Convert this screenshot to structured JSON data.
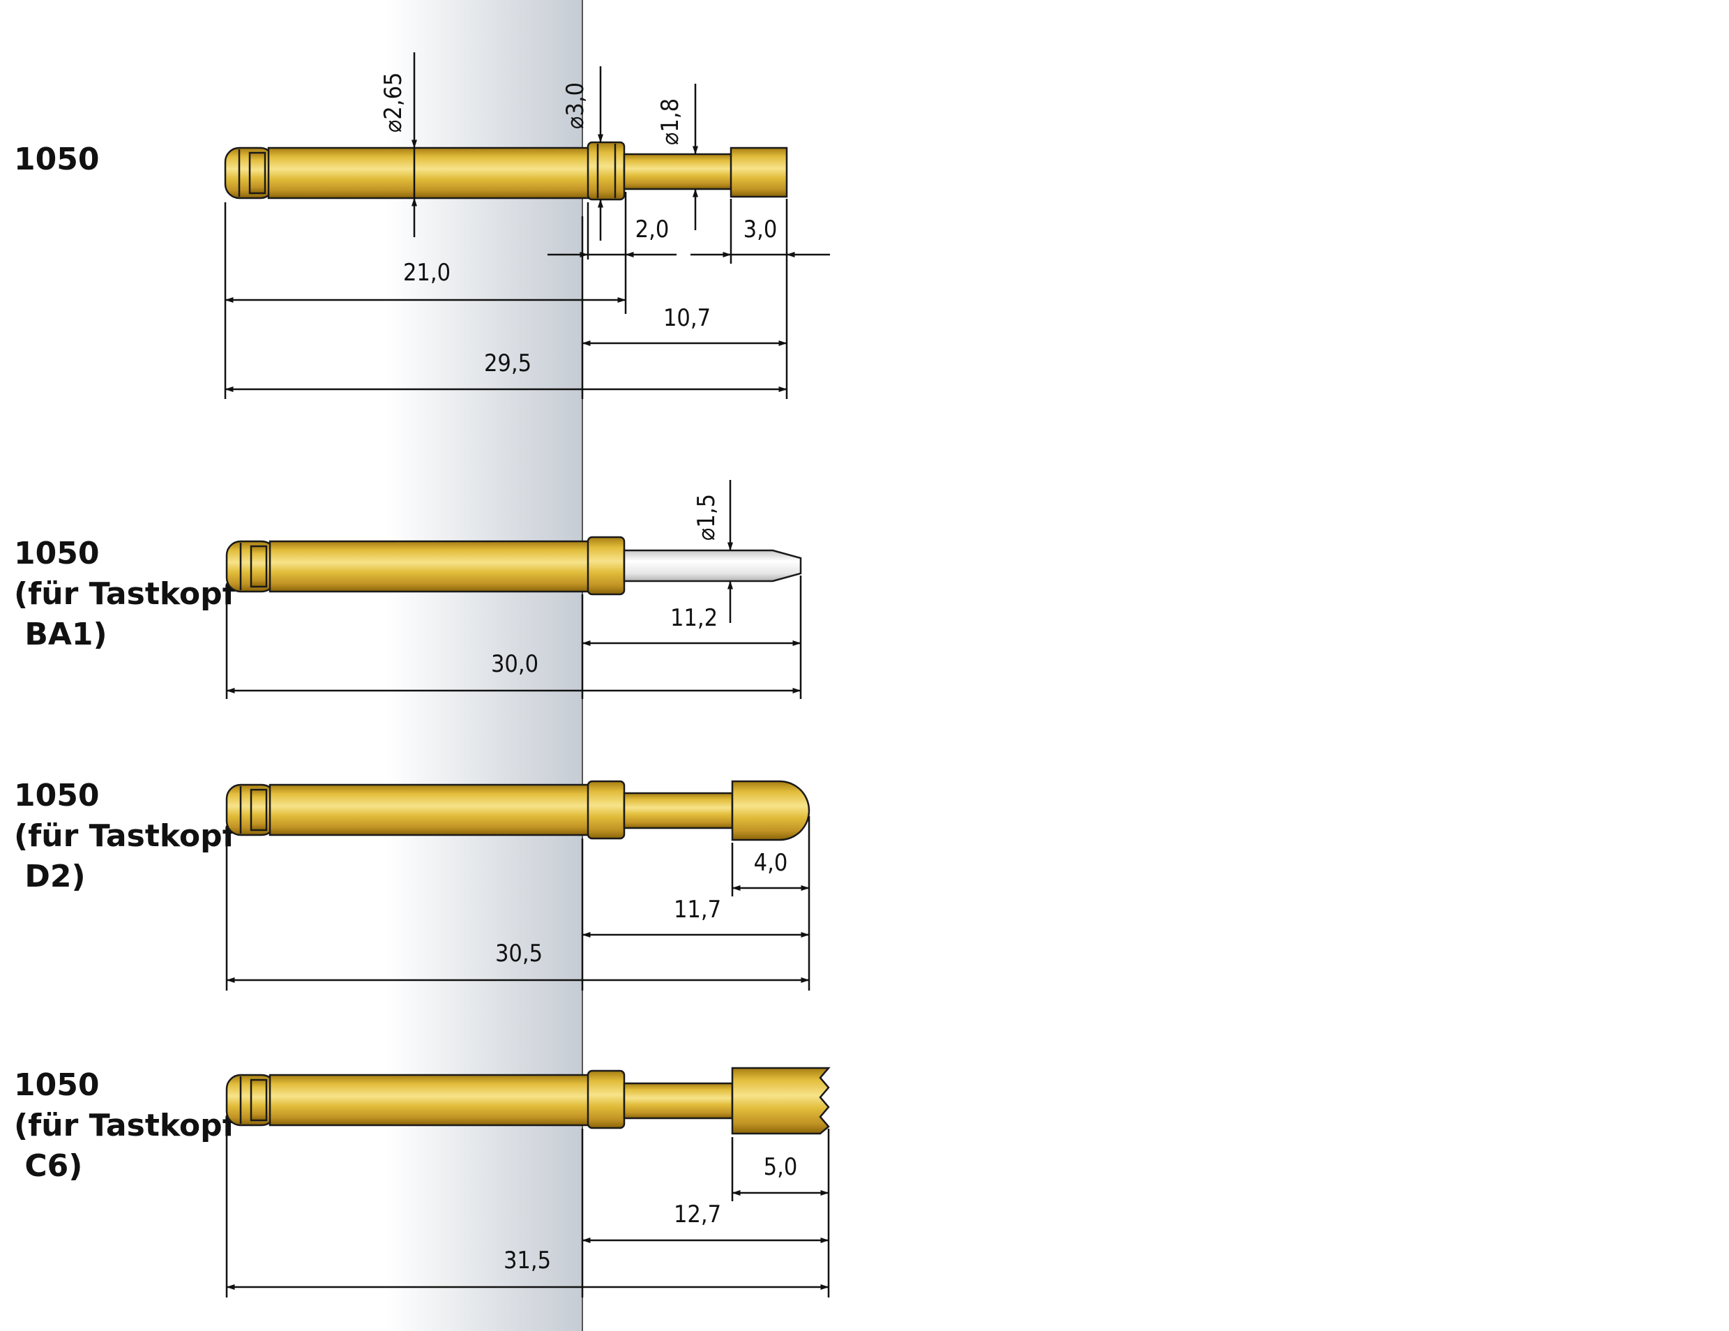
{
  "probes": [
    {
      "label_lines": [
        "1050"
      ],
      "diameters": [
        "⌀2,65",
        "⌀3,0",
        "⌀1,8"
      ],
      "dims": [
        "2,0",
        "3,0",
        "21,0",
        "10,7",
        "29,5"
      ]
    },
    {
      "label_lines": [
        "1050",
        "(für Tastkopf",
        " BA1)"
      ],
      "diameters": [
        "⌀1,5"
      ],
      "dims": [
        "11,2",
        "30,0"
      ]
    },
    {
      "label_lines": [
        "1050",
        "(für Tastkopf",
        " D2)"
      ],
      "dims": [
        "4,0",
        "11,7",
        "30,5"
      ]
    },
    {
      "label_lines": [
        "1050",
        "(für Tastkopf",
        " C6)"
      ],
      "dims": [
        "5,0",
        "12,7",
        "31,5"
      ]
    }
  ],
  "colors": {
    "gold": "#d9b22e",
    "gold_light": "#f5df80",
    "gold_dark": "#9c7410",
    "silver": "#f2f2f2",
    "panel": "#c8ced6",
    "line": "#111111"
  }
}
